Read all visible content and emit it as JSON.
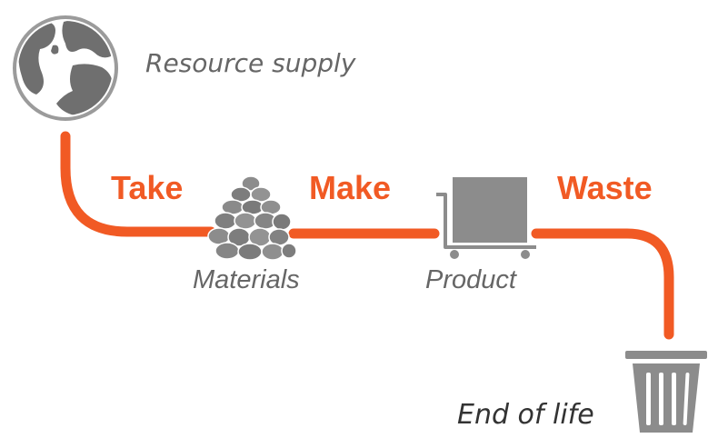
{
  "colors": {
    "flow": "#f15a24",
    "icon_gray": "#8c8c8c",
    "icon_dark": "#6f6f6f",
    "label_gray": "#666666",
    "text_dark": "#333333"
  },
  "nodes": {
    "resource": {
      "label": "Resource supply",
      "icon": "globe-icon"
    },
    "materials": {
      "label": "Materials",
      "icon": "rock-pile-icon"
    },
    "product": {
      "label": "Product",
      "icon": "cart-box-icon"
    },
    "end": {
      "label": "End of life",
      "icon": "trash-can-icon"
    }
  },
  "stages": [
    {
      "label": "Take"
    },
    {
      "label": "Make"
    },
    {
      "label": "Waste"
    }
  ]
}
